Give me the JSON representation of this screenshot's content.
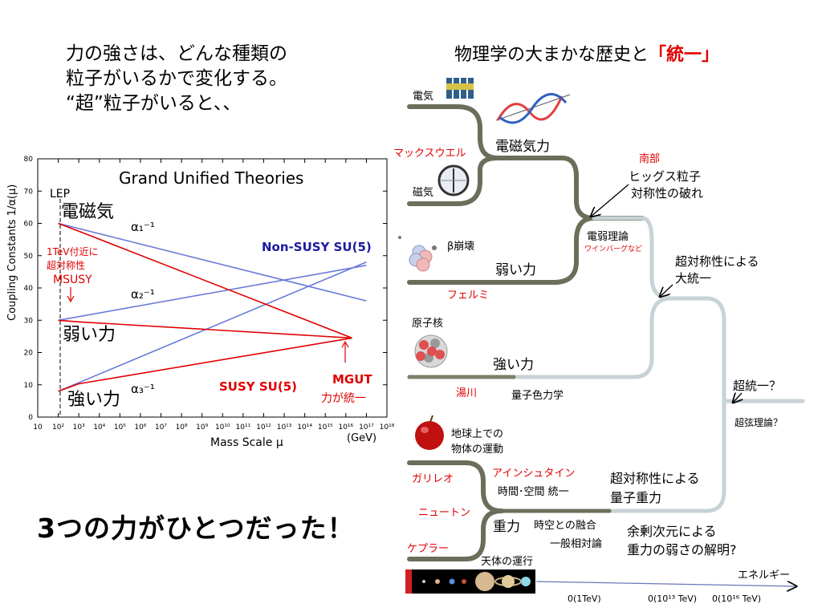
{
  "intro": {
    "lines": [
      "力の強さは、どんな種類の",
      "粒子がいるかで変化する。",
      "“超”粒子がいると、、"
    ]
  },
  "history_title": {
    "main": "物理学の大まかな歴史と",
    "highlight": "「統一」"
  },
  "conclusion": "3つの力がひとつだった！",
  "colors": {
    "dark_line": "#6b6e5a",
    "light_line": "#c7d3d6",
    "red": "#e00000",
    "blue": "#6a7bd8"
  },
  "gut_chart": {
    "title": "Grand Unified Theories",
    "lep": "LEP",
    "ylabel": "Coupling Constants  1/α(μ)",
    "xlabel": "Mass Scale μ",
    "gev": "(GeV)",
    "alpha1": "α₁⁻¹",
    "alpha2": "α₂⁻¹",
    "alpha3": "α₃⁻¹",
    "nonsusy": "Non-SUSY SU(5)",
    "susy": "SUSY SU(5)",
    "tev_line1": "1TeV付近に",
    "tev_line2": "超対称性",
    "msusy": "MSUSY",
    "mgut": "MGUT",
    "mgut_note": "力が統一",
    "em_label": "電磁気",
    "weak_label": "弱い力",
    "strong_label": "強い力"
  },
  "chart_data": {
    "type": "line",
    "title": "Grand Unified Theories",
    "xlabel": "Mass Scale μ",
    "ylabel": "Coupling Constants  1/α(μ)",
    "x_scale": "log",
    "xlim": [
      10,
      1e+18
    ],
    "ylim": [
      0,
      80
    ],
    "x_ticks": [
      "10",
      "10²",
      "10³",
      "10⁴",
      "10⁵",
      "10⁶",
      "10⁷",
      "10⁸",
      "10⁹",
      "10¹⁰",
      "10¹¹",
      "10¹²",
      "10¹³",
      "10¹⁴",
      "10¹⁵",
      "10¹⁶",
      "10¹⁷",
      "10¹⁸"
    ],
    "y_ticks": [
      "0",
      "10",
      "20",
      "30",
      "40",
      "50",
      "60",
      "70",
      "80"
    ],
    "series": [
      {
        "name": "Non-SUSY SU(5)",
        "color": "#6a7bd8",
        "lines": [
          [
            [
              100,
              60
            ],
            [
              1e+17,
              36
            ]
          ],
          [
            [
              100,
              30
            ],
            [
              1e+17,
              47
            ]
          ],
          [
            [
              100,
              8
            ],
            [
              1e+17,
              48
            ]
          ]
        ]
      },
      {
        "name": "SUSY SU(5)",
        "color": "#e00000",
        "lines": [
          [
            [
              100,
              60
            ],
            [
              1000,
              57.6
            ],
            [
              2e+16,
              24.5
            ]
          ],
          [
            [
              100,
              30
            ],
            [
              1000,
              29.5
            ],
            [
              2e+16,
              24.5
            ]
          ],
          [
            [
              100,
              8
            ],
            [
              1000,
              10.3
            ],
            [
              2e+16,
              24.5
            ]
          ]
        ]
      }
    ]
  },
  "tree": {
    "denki": "電気",
    "jiki": "磁気",
    "maxwell": "マックスウエル",
    "denjiki": "電磁気力",
    "nanbu": "南部",
    "higgs1": "ヒッグス粒子",
    "higgs2": "対称性の破れ",
    "denjaku": "電弱理論",
    "weinberg": "ワインバーグなど",
    "beta": "β崩壊",
    "weak": "弱い力",
    "fermi": "フェルミ",
    "susy_unif1": "超対称性による",
    "susy_unif2": "大統一",
    "genshikaku": "原子核",
    "strong": "強い力",
    "yukawa": "湯川",
    "qcd": "量子色力学",
    "super_unif": "超統一？",
    "superstring": "超弦理論？",
    "earth1": "地球上での",
    "earth2": "物体の運動",
    "galileo": "ガリレオ",
    "einstein": "アインシュタイン",
    "spacetime": "時間･空間  統一",
    "susy_grav1": "超対称性による",
    "susy_grav2": "量子重力",
    "newton": "ニュートン",
    "gravity": "重力",
    "fusion": "時空との融合",
    "gr": "一般相対論",
    "extra1": "余剰次元による",
    "extra2": "重力の弱さの解明?",
    "kepler": "ケプラー",
    "celestial": "天体の運行",
    "energy": "エネルギー",
    "o1": "0(1TeV)",
    "o2": "0(10¹³ TeV)",
    "o3": "0(10¹⁶ TeV)"
  }
}
